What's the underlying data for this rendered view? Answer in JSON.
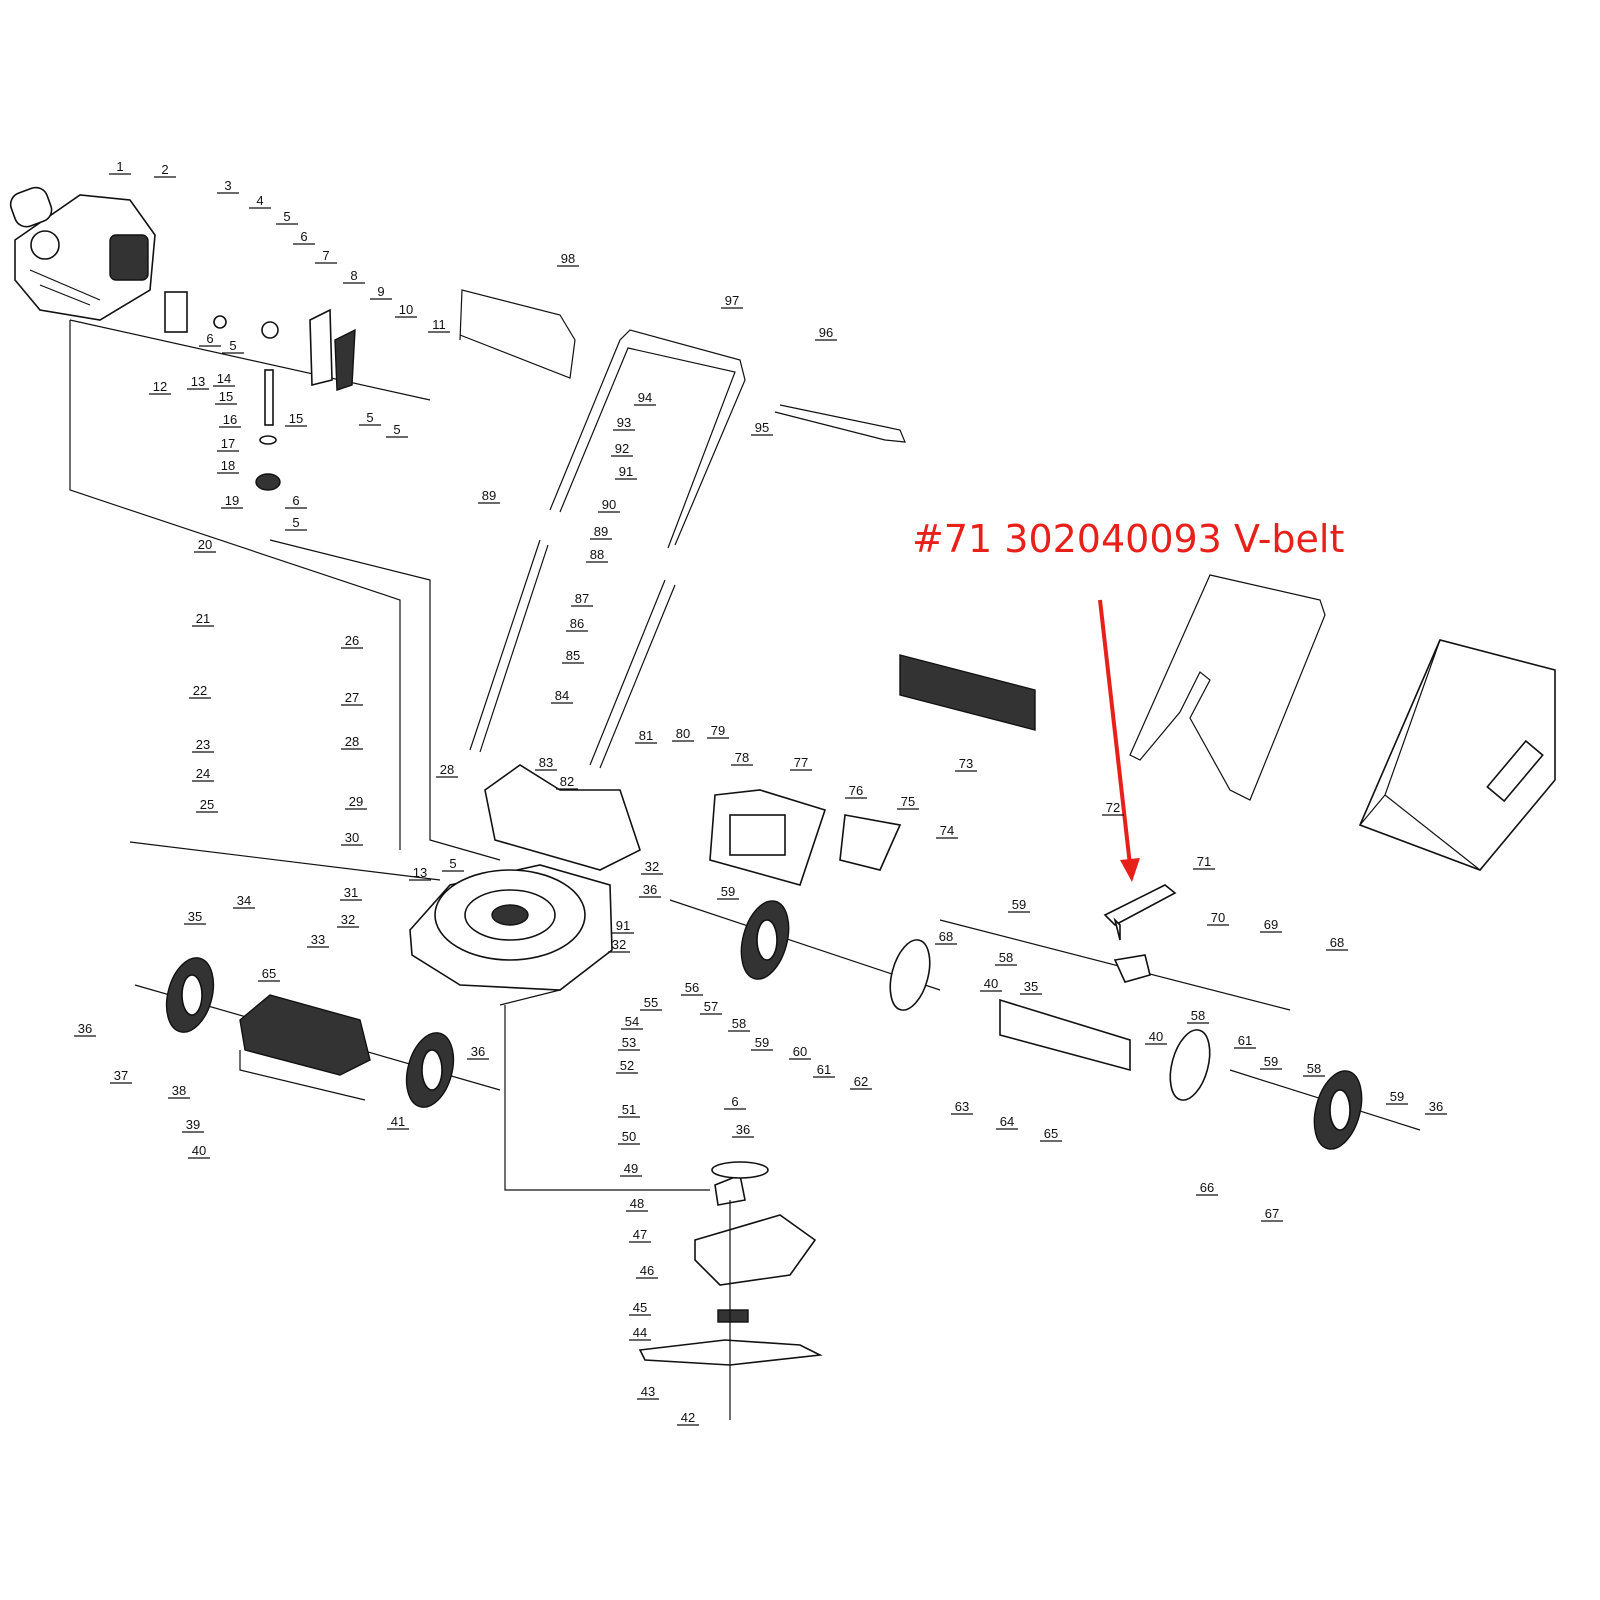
{
  "callout": {
    "text": "#71 302040093 V-belt",
    "color": "#e8201a"
  },
  "part_labels": [
    "1",
    "2",
    "3",
    "4",
    "5",
    "6",
    "7",
    "8",
    "9",
    "10",
    "11",
    "12",
    "13",
    "14",
    "15",
    "16",
    "15",
    "17",
    "18",
    "19",
    "6",
    "5",
    "6",
    "5",
    "5",
    "5",
    "98",
    "97",
    "96",
    "94",
    "93",
    "95",
    "92",
    "91",
    "89",
    "90",
    "89",
    "88",
    "87",
    "86",
    "85",
    "84",
    "81",
    "80",
    "79",
    "83",
    "82",
    "78",
    "77",
    "76",
    "75",
    "74",
    "73",
    "72",
    "71",
    "70",
    "69",
    "68",
    "68",
    "59",
    "58",
    "40",
    "35",
    "40",
    "58",
    "61",
    "59",
    "58",
    "59",
    "36",
    "66",
    "67",
    "65",
    "64",
    "63",
    "62",
    "61",
    "60",
    "59",
    "58",
    "57",
    "59",
    "36",
    "32",
    "5",
    "13",
    "30",
    "29",
    "28",
    "28",
    "27",
    "26",
    "20",
    "21",
    "22",
    "23",
    "24",
    "25",
    "31",
    "32",
    "35",
    "34",
    "33",
    "65",
    "91",
    "32",
    "56",
    "55",
    "54",
    "53",
    "52",
    "6",
    "51",
    "50",
    "36",
    "49",
    "48",
    "47",
    "46",
    "45",
    "44",
    "43",
    "42",
    "36",
    "37",
    "38",
    "39",
    "40",
    "41",
    "36"
  ]
}
